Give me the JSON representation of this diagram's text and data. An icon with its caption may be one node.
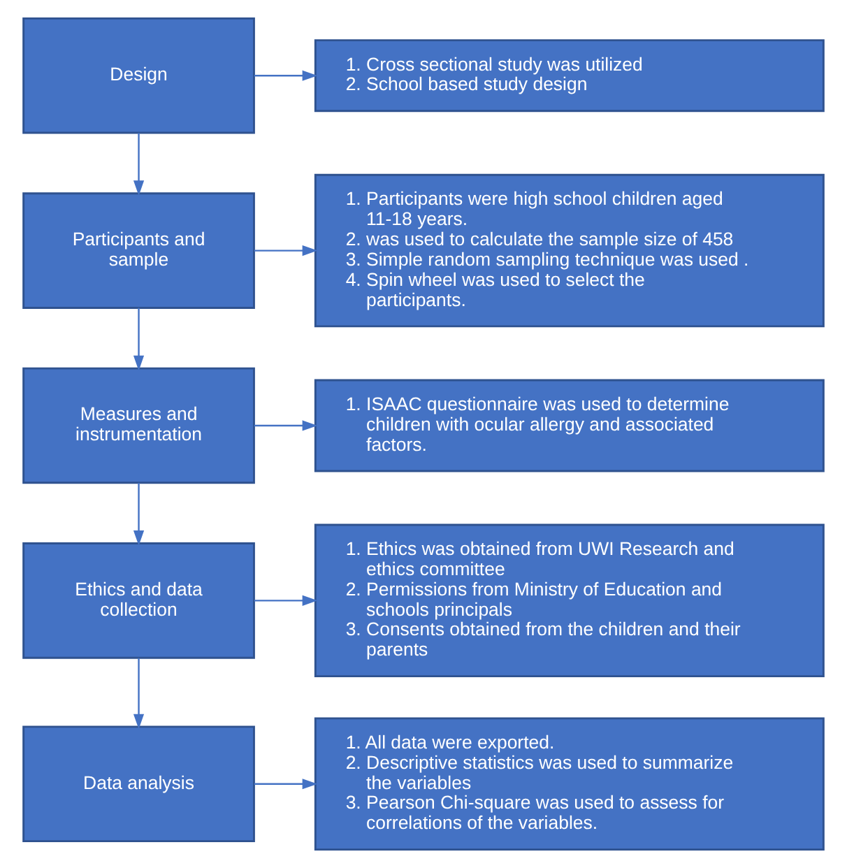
{
  "diagram": {
    "nodes": [
      {
        "text": [
          "Design"
        ]
      },
      {
        "text": [
          "1. Cross sectional study was utilized",
          "2. School based study design"
        ]
      },
      {
        "text": [
          "Participants and sample"
        ]
      },
      {
        "text": [
          "1. Participants were high school children aged 11-18 years.",
          "2. was used to calculate the sample size of 458",
          "3. Simple random sampling technique was used .",
          "4. Spin wheel was used to select the participants."
        ]
      },
      {
        "text": [
          "Measures and instrumentation"
        ]
      },
      {
        "text": [
          "1. ISAAC questionnaire was used to determine children with ocular allergy and associated factors."
        ]
      },
      {
        "text": [
          "Ethics and data collection"
        ]
      },
      {
        "text": [
          "1. Ethics was obtained from UWI Research and ethics committee",
          "2. Permissions from Ministry of Education and schools principals",
          "3. Consents obtained from the children and their parents"
        ]
      },
      {
        "text": [
          "Data analysis"
        ]
      },
      {
        "text": [
          "1. All data were exported.",
          "2. Descriptive statistics was used to summarize the variables",
          "3. Pearson Chi-square was used to assess for correlations of the variables."
        ]
      }
    ],
    "edges": [
      {
        "from": 0,
        "to": 1,
        "arrow": "to"
      },
      {
        "from": 0,
        "to": 2,
        "arrow": "to"
      },
      {
        "from": 2,
        "to": 3,
        "arrow": "to"
      },
      {
        "from": 2,
        "to": 4,
        "arrow": "to"
      },
      {
        "from": 4,
        "to": 5,
        "arrow": "to"
      },
      {
        "from": 4,
        "to": 6,
        "arrow": "to"
      },
      {
        "from": 6,
        "to": 7,
        "arrow": "to"
      },
      {
        "from": 6,
        "to": 8,
        "arrow": "to"
      },
      {
        "from": 8,
        "to": 9,
        "arrow": "to"
      }
    ]
  }
}
